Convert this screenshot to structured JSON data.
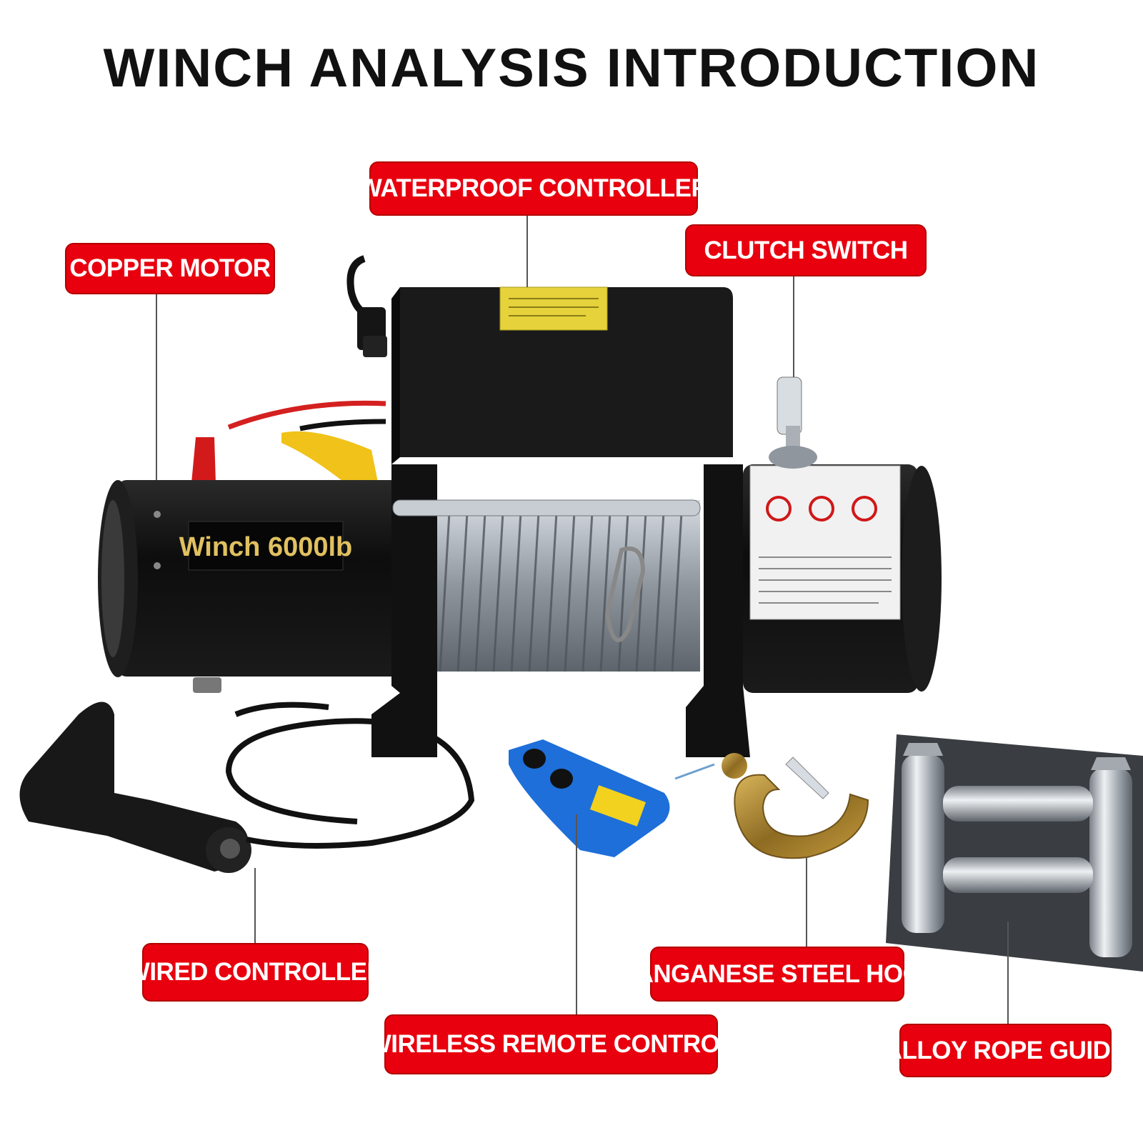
{
  "title": "WINCH ANALYSIS INTRODUCTION",
  "product_badge": "Winch 6000lb",
  "labels": {
    "waterproof_controller": "WATERPROOF CONTROLLER",
    "copper_motor": "COPPER MOTOR",
    "clutch_switch": "CLUTCH SWITCH",
    "wired_controller": "WIRED CONTROLLER",
    "manganese_steel_hook": "MANGANESE STEEL HOOK",
    "wireless_remote_control": "WIRELESS REMOTE CONTROL",
    "alloy_rope_guide": "ALLOY ROPE GUIDE"
  },
  "colors": {
    "label_bg": "#e8000e",
    "label_text": "#ffffff",
    "title_text": "#111111",
    "winch_body": "#0d0d0d",
    "badge_text": "#e0c060",
    "remote_blue": "#1e6fd9",
    "hook_gold": "#b8912f"
  }
}
